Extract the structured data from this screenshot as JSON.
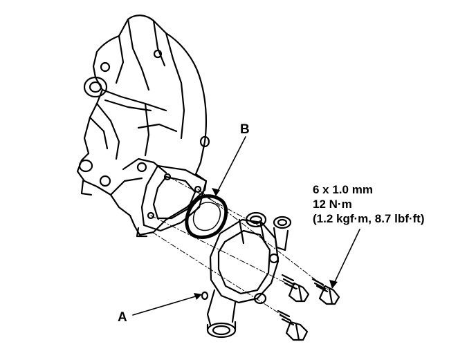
{
  "callouts": {
    "a": "A",
    "b": "B"
  },
  "spec": {
    "line1": "6 x 1.0 mm",
    "line2": "12 N·m",
    "line3": "(1.2 kgf·m, 8.7 lbf·ft)"
  },
  "colors": {
    "ink": "#000000",
    "paper": "#ffffff"
  }
}
